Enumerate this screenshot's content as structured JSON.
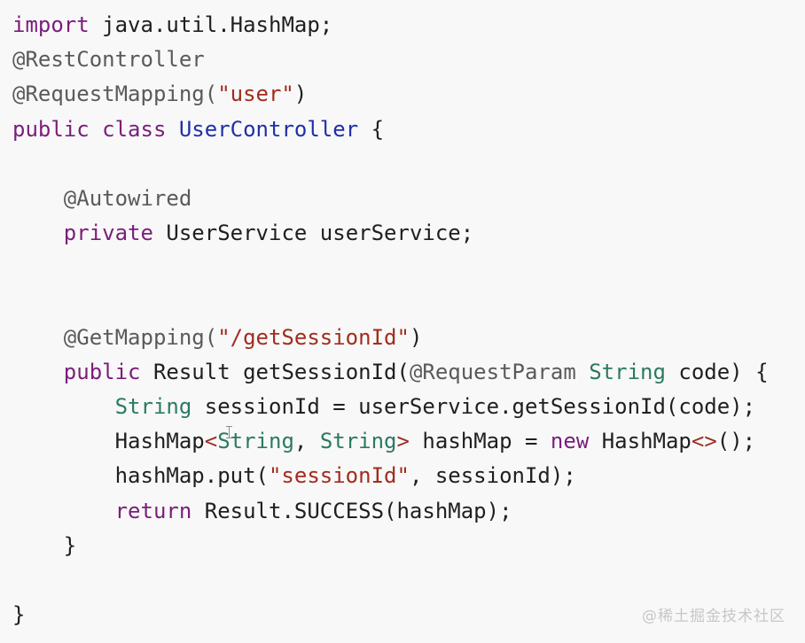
{
  "code": {
    "lines": [
      [
        {
          "text": "import",
          "cls": "t-kw"
        },
        {
          "text": " java.util.HashMap;",
          "cls": "t-plain"
        }
      ],
      [
        {
          "text": "@RestController",
          "cls": "t-ann"
        }
      ],
      [
        {
          "text": "@RequestMapping(",
          "cls": "t-ann"
        },
        {
          "text": "\"user\"",
          "cls": "t-str"
        },
        {
          "text": ")",
          "cls": "t-plain"
        }
      ],
      [
        {
          "text": "public",
          "cls": "t-kw"
        },
        {
          "text": " ",
          "cls": "t-plain"
        },
        {
          "text": "class",
          "cls": "t-kw"
        },
        {
          "text": " ",
          "cls": "t-plain"
        },
        {
          "text": "UserController",
          "cls": "t-type"
        },
        {
          "text": " {",
          "cls": "t-plain"
        }
      ],
      [
        {
          "text": "",
          "cls": "t-plain"
        }
      ],
      [
        {
          "text": "    ",
          "cls": "t-plain"
        },
        {
          "text": "@Autowired",
          "cls": "t-ann"
        }
      ],
      [
        {
          "text": "    ",
          "cls": "t-plain"
        },
        {
          "text": "private",
          "cls": "t-kw"
        },
        {
          "text": " UserService userService;",
          "cls": "t-plain"
        }
      ],
      [
        {
          "text": "",
          "cls": "t-plain"
        }
      ],
      [
        {
          "text": "",
          "cls": "t-plain"
        }
      ],
      [
        {
          "text": "    ",
          "cls": "t-plain"
        },
        {
          "text": "@GetMapping(",
          "cls": "t-ann"
        },
        {
          "text": "\"/getSessionId\"",
          "cls": "t-str"
        },
        {
          "text": ")",
          "cls": "t-plain"
        }
      ],
      [
        {
          "text": "    ",
          "cls": "t-plain"
        },
        {
          "text": "public",
          "cls": "t-kw"
        },
        {
          "text": " Result getSessionId(",
          "cls": "t-plain"
        },
        {
          "text": "@RequestParam",
          "cls": "t-ann"
        },
        {
          "text": " ",
          "cls": "t-plain"
        },
        {
          "text": "String",
          "cls": "t-builtin"
        },
        {
          "text": " code) {",
          "cls": "t-plain"
        }
      ],
      [
        {
          "text": "        ",
          "cls": "t-plain"
        },
        {
          "text": "String",
          "cls": "t-builtin"
        },
        {
          "text": " sessionId = userService.getSessionId(code);",
          "cls": "t-plain"
        }
      ],
      [
        {
          "text": "        HashMap",
          "cls": "t-plain"
        },
        {
          "text": "<",
          "cls": "t-punct"
        },
        {
          "text": "String",
          "cls": "t-builtin"
        },
        {
          "text": ", ",
          "cls": "t-plain"
        },
        {
          "text": "String",
          "cls": "t-builtin"
        },
        {
          "text": ">",
          "cls": "t-punct"
        },
        {
          "text": " hashMap = ",
          "cls": "t-plain"
        },
        {
          "text": "new",
          "cls": "t-kw"
        },
        {
          "text": " HashMap",
          "cls": "t-plain"
        },
        {
          "text": "<>",
          "cls": "t-punct"
        },
        {
          "text": "();",
          "cls": "t-plain"
        }
      ],
      [
        {
          "text": "        hashMap.put(",
          "cls": "t-plain"
        },
        {
          "text": "\"sessionId\"",
          "cls": "t-str"
        },
        {
          "text": ", sessionId);",
          "cls": "t-plain"
        }
      ],
      [
        {
          "text": "        ",
          "cls": "t-plain"
        },
        {
          "text": "return",
          "cls": "t-kw"
        },
        {
          "text": " Result.SUCCESS(hashMap);",
          "cls": "t-plain"
        }
      ],
      [
        {
          "text": "    }",
          "cls": "t-plain"
        }
      ],
      [
        {
          "text": "",
          "cls": "t-plain"
        }
      ],
      [
        {
          "text": "}",
          "cls": "t-plain"
        }
      ]
    ]
  },
  "watermark": {
    "text": "@稀土掘金技术社区"
  }
}
